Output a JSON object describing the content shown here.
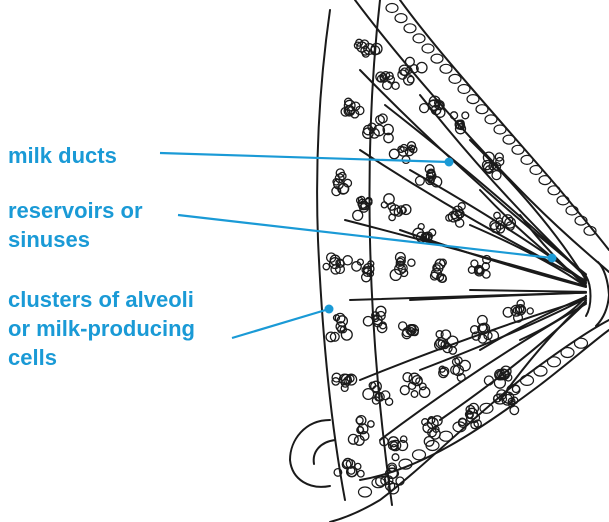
{
  "labels": {
    "milk_ducts": "milk ducts",
    "reservoirs": [
      "reservoirs or",
      "sinuses"
    ],
    "clusters": [
      "clusters of alveoli",
      "or milk-producing",
      "cells"
    ]
  },
  "colors": {
    "label": "#1a9ad6",
    "leader_line": "#1a9ad6",
    "drawing": "#1a1a1a",
    "background": "#ffffff"
  }
}
